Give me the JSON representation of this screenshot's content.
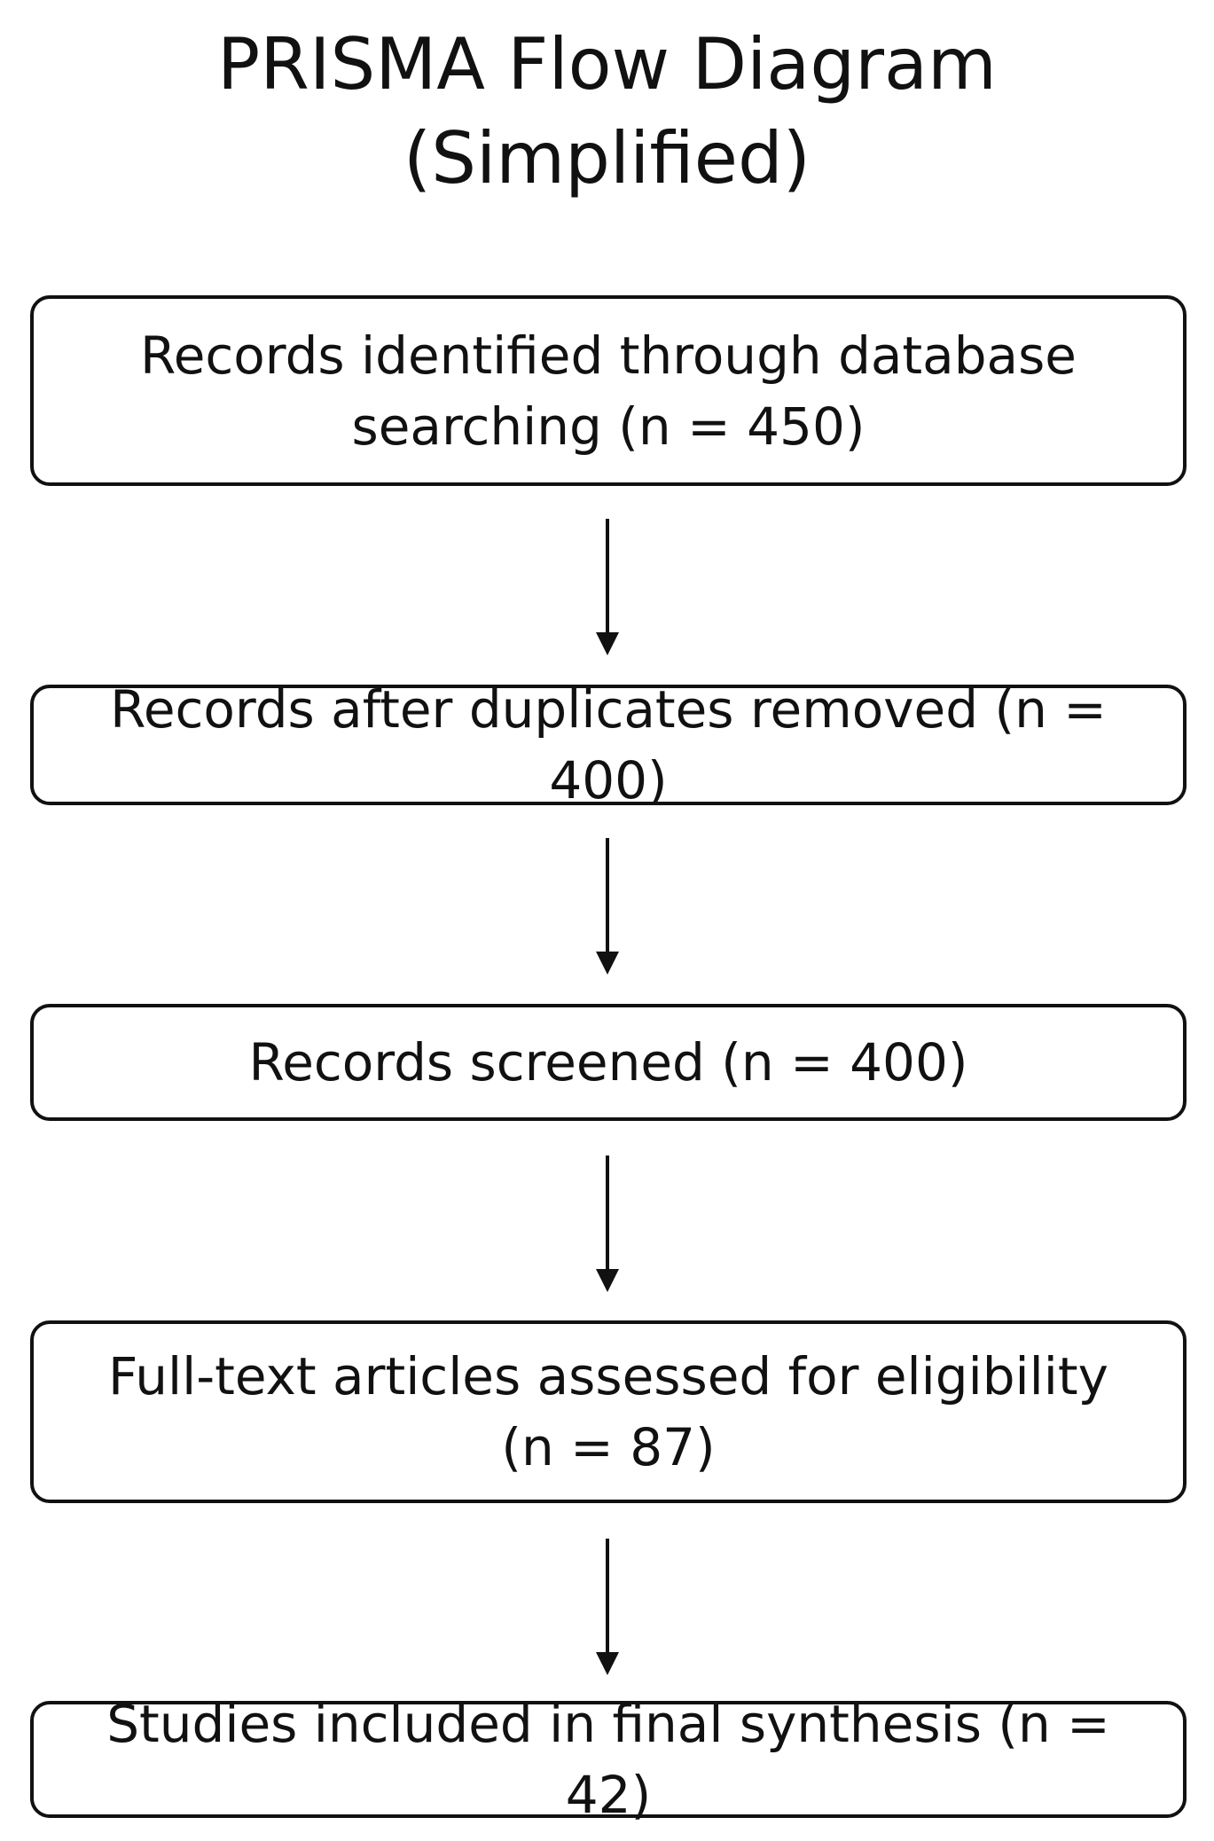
{
  "title": {
    "line1": "PRISMA Flow Diagram",
    "line2": "(Simplified)"
  },
  "boxes": [
    {
      "line1": "Records identified through database",
      "line2": "searching (n = 450)"
    },
    {
      "line1": "Records after duplicates removed (n = 400)"
    },
    {
      "line1": "Records screened (n = 400)"
    },
    {
      "line1": "Full-text articles assessed for eligibility",
      "line2": "(n = 87)"
    },
    {
      "line1": "Studies included in final synthesis (n = 42)"
    }
  ]
}
